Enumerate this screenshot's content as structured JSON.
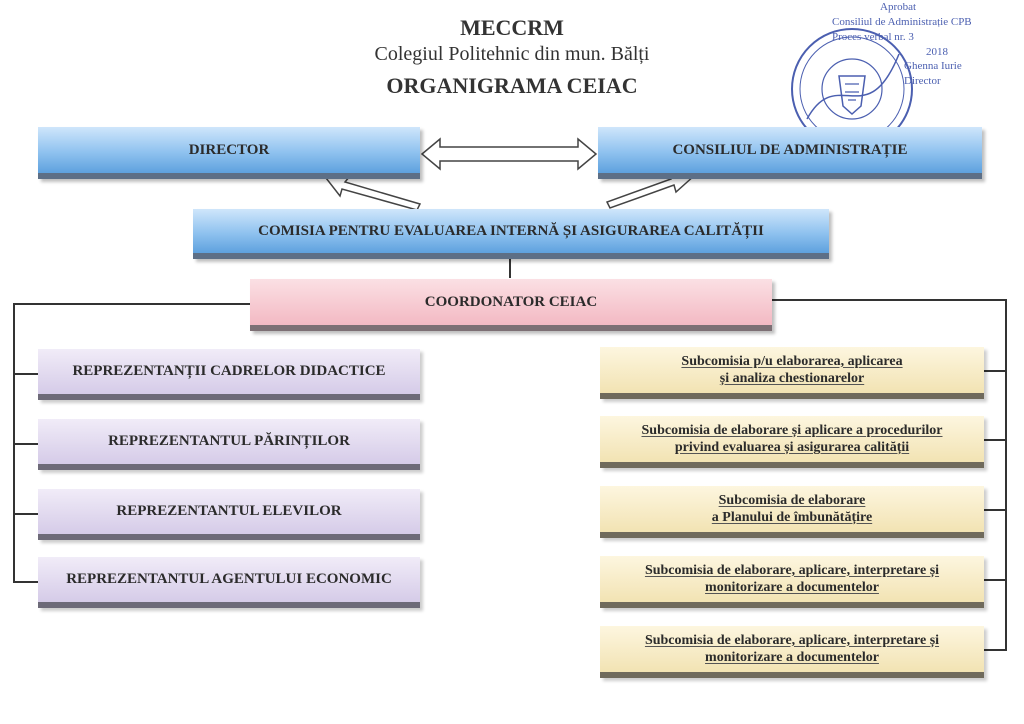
{
  "header": {
    "ministry": "MECCRM",
    "college": "Colegiul Politehnic din mun. Bălți",
    "title": "ORGANIGRAMA CEIAC"
  },
  "approval": {
    "line1": "Aprobat",
    "line2": "Consiliul de Administrație CPB",
    "line3": "Proces verbal nr. 3",
    "line4": "2018",
    "line5": "Ghenna Iurie",
    "line6": "Director"
  },
  "top": {
    "director": "DIRECTOR",
    "council": "CONSILIUL DE ADMINISTRAȚIE",
    "commission": "COMISIA PENTRU EVALUAREA INTERNĂ ȘI ASIGURAREA CALITĂȚII",
    "coordinator": "COORDONATOR CEIAC"
  },
  "left_items": [
    "REPREZENTANȚII CADRELOR DIDACTICE",
    "REPREZENTANTUL PĂRINȚILOR",
    "REPREZENTANTUL ELEVILOR",
    "REPREZENTANTUL AGENTULUI ECONOMIC"
  ],
  "right_items": [
    {
      "line1": "Subcomisia p/u elaborarea, aplicarea",
      "line2": "și analiza chestionarelor"
    },
    {
      "line1": "Subcomisia de elaborare și aplicare a procedurilor",
      "line2": "privind evaluarea și asigurarea calității"
    },
    {
      "line1": "Subcomisia de elaborare",
      "line2": "a Planului de îmbunătățire"
    },
    {
      "line1": "Subcomisia de elaborare, aplicare, interpretare și",
      "line2": "monitorizare a documentelor"
    },
    {
      "line1": "Subcomisia de elaborare, aplicare, interpretare și",
      "line2": "monitorizare a documentelor"
    }
  ],
  "colors": {
    "blue_box": "#8fc2ef",
    "pink_box": "#f3b9c3",
    "lavender_box": "#d5cbe8",
    "yellow_box": "#f2e3b3",
    "stamp": "#4b5fb0"
  }
}
